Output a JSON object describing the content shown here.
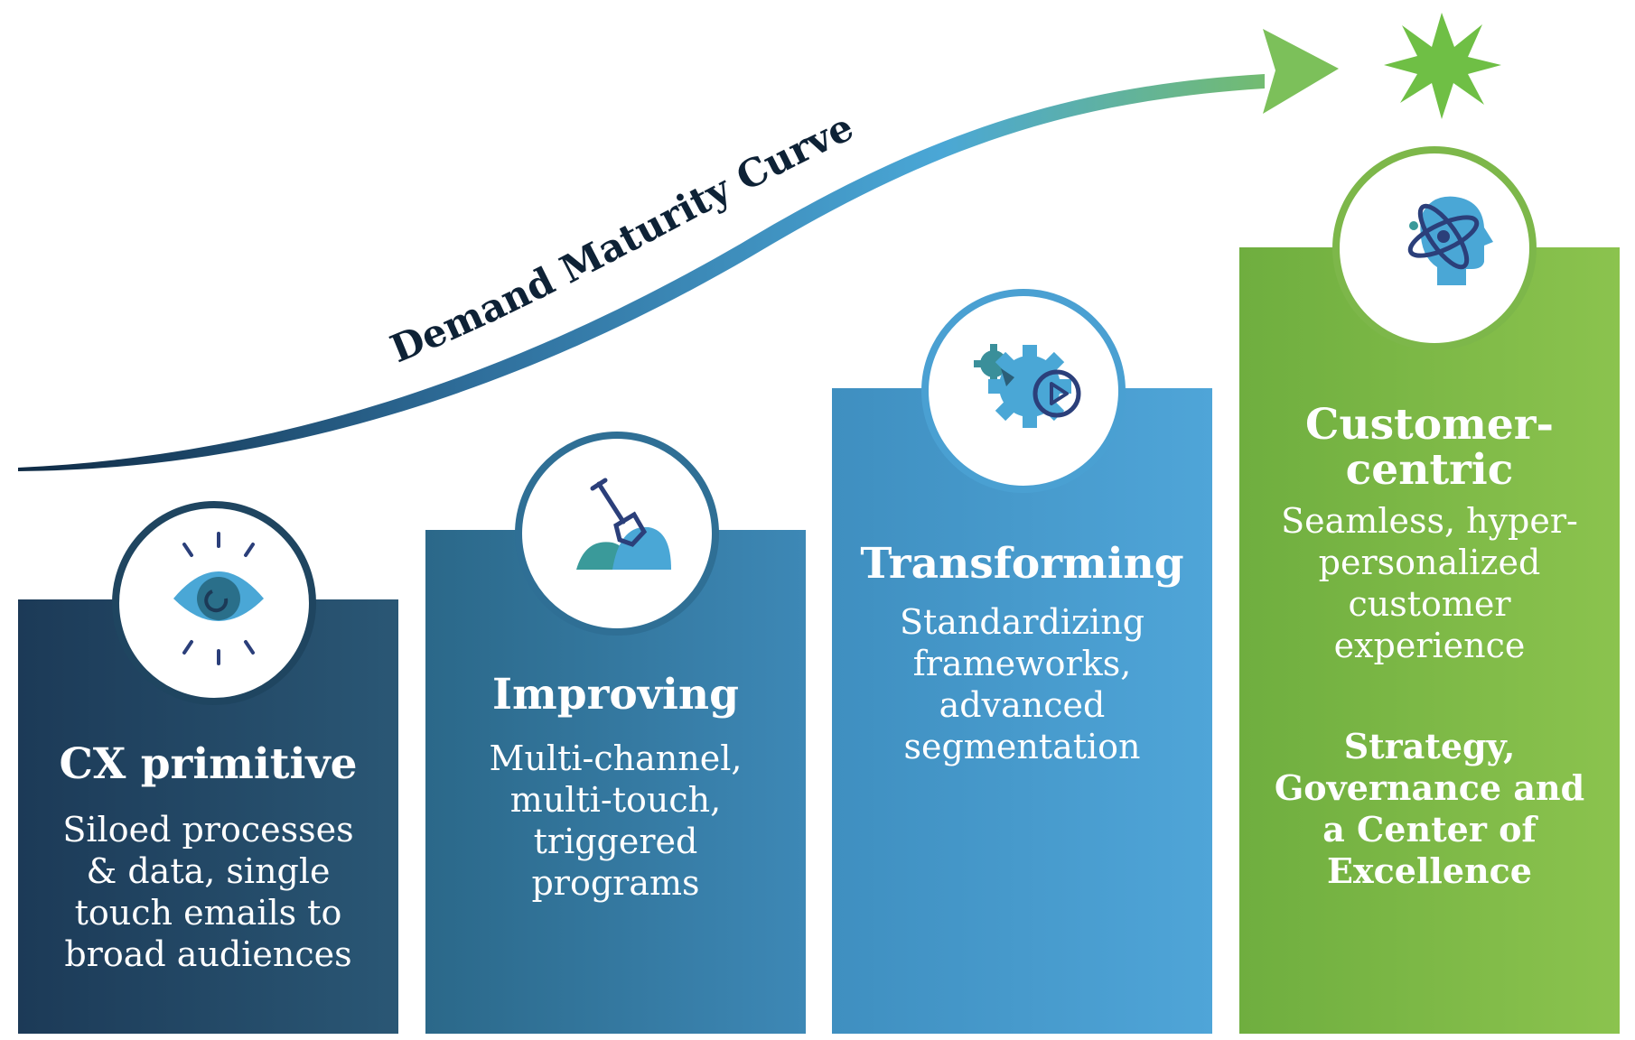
{
  "curve": {
    "label": "Demand Maturity Curve",
    "gradient": [
      "#0f2a44",
      "#2f6f9c",
      "#4aa7d6",
      "#7cc05a"
    ]
  },
  "stages": [
    {
      "title": "CX primitive",
      "description": "Siloed processes & data, single touch emails to broad audiences",
      "icon": "eye-icon",
      "ring_color": "#1f4560"
    },
    {
      "title": "Improving",
      "description": "Multi-channel, multi-touch, triggered programs",
      "icon": "shovel-icon",
      "ring_color": "#2f6f95"
    },
    {
      "title": "Transforming",
      "description": "Standardizing frameworks, advanced segmentation",
      "icon": "gear-play-icon",
      "ring_color": "#4aa0d2"
    },
    {
      "title": "Customer-centric",
      "description": "Seamless, hyper-personalized customer experience",
      "highlight": "Strategy, Governance and a Center of Excellence",
      "icon": "atom-head-icon",
      "ring_color": "#7db74a"
    }
  ],
  "star_color": "#6fbf45"
}
